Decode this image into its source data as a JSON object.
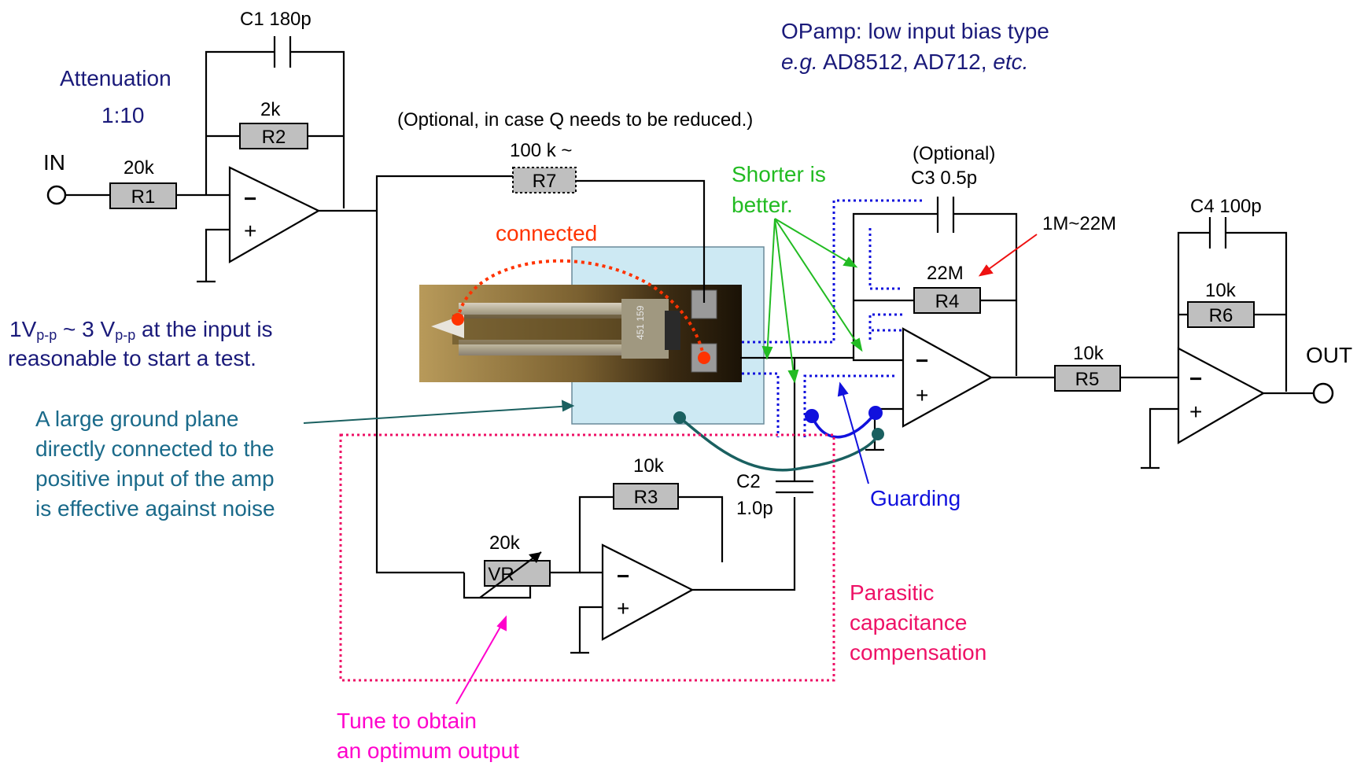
{
  "colors": {
    "navy": "#1a1a7a",
    "teal": "#1a6a8a",
    "green": "#22bb22",
    "red_orange": "#ff3300",
    "red": "#ee1111",
    "blue": "#1111dd",
    "magenta": "#ff00cc",
    "crimson": "#ee1166",
    "dark_teal": "#1a6060",
    "plane": "#cde9f3"
  },
  "components": {
    "c1": "C1 180p",
    "r2_value": "2k",
    "r2": "R2",
    "r1_value": "20k",
    "r1": "R1",
    "in": "IN",
    "r7_value": "100 k ~",
    "r7": "R7",
    "c3_opt": "(Optional)",
    "c3": "C3 0.5p",
    "r4_value": "22M",
    "r4": "R4",
    "r4_range": "1M~22M",
    "c4": "C4 100p",
    "r6_value": "10k",
    "r6": "R6",
    "r5_value": "10k",
    "r5": "R5",
    "out": "OUT",
    "r3_value": "10k",
    "r3": "R3",
    "vr_value": "20k",
    "vr": "VR",
    "c2": "C2",
    "c2_value": "1.0p"
  },
  "annotations": {
    "attenuation_1": "Attenuation",
    "attenuation_2": "1:10",
    "opamp_1": "OPamp: low input bias type",
    "opamp_2_eg": "e.g.",
    "opamp_2_mid": " AD8512, AD712, ",
    "opamp_2_etc": "etc.",
    "optional_q": "(Optional, in case Q needs to be reduced.)",
    "connected": "connected",
    "shorter_1": "Shorter is",
    "shorter_2": "better.",
    "input_1a": "1V",
    "input_1_sub": "p-p",
    "input_1b": " ~ 3 V",
    "input_1_sub2": "p-p",
    "input_1c": " at the input is",
    "input_2": "reasonable to start a test.",
    "ground_1": "A large ground plane",
    "ground_2": "directly connected to the",
    "ground_3": "positive input of the amp",
    "ground_4": "is effective against noise",
    "guarding": "Guarding",
    "parasitic_1": "Parasitic",
    "parasitic_2": "capacitance",
    "parasitic_3": "compensation",
    "tune_1": "Tune to obtain",
    "tune_2": "an optimum output",
    "fork_text": "451 159"
  },
  "opamp_signs": {
    "minus": "−",
    "plus": "+"
  }
}
